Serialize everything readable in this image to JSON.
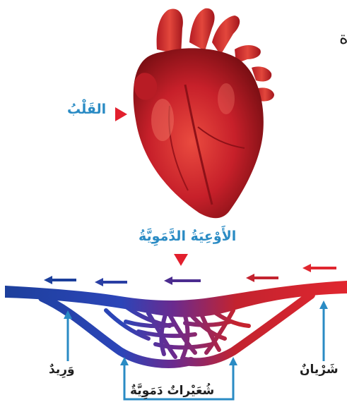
{
  "labels": {
    "heart": "القَلْبُ",
    "vessels": "الأَوْعِيَةُ الدَّمَوِيَّةُ",
    "vein": "وَرِيدٌ",
    "artery": "شَرْيانٌ",
    "capillaries": "شُعَيْراتٌ دَمَوِيَّةٌ"
  },
  "edge_fragment": "ة",
  "colors": {
    "accent_blue": "#2a8bc4",
    "pointer_red": "#e21f2d",
    "vein_blue": "#1c3f9b",
    "artery_red": "#d9252f",
    "capillary_purple": "#6b2a8e",
    "heart_red": "#c7202a"
  },
  "icons": {
    "pointer": "triangle-pointer-icon",
    "flow": "flow-arrow-icon"
  }
}
